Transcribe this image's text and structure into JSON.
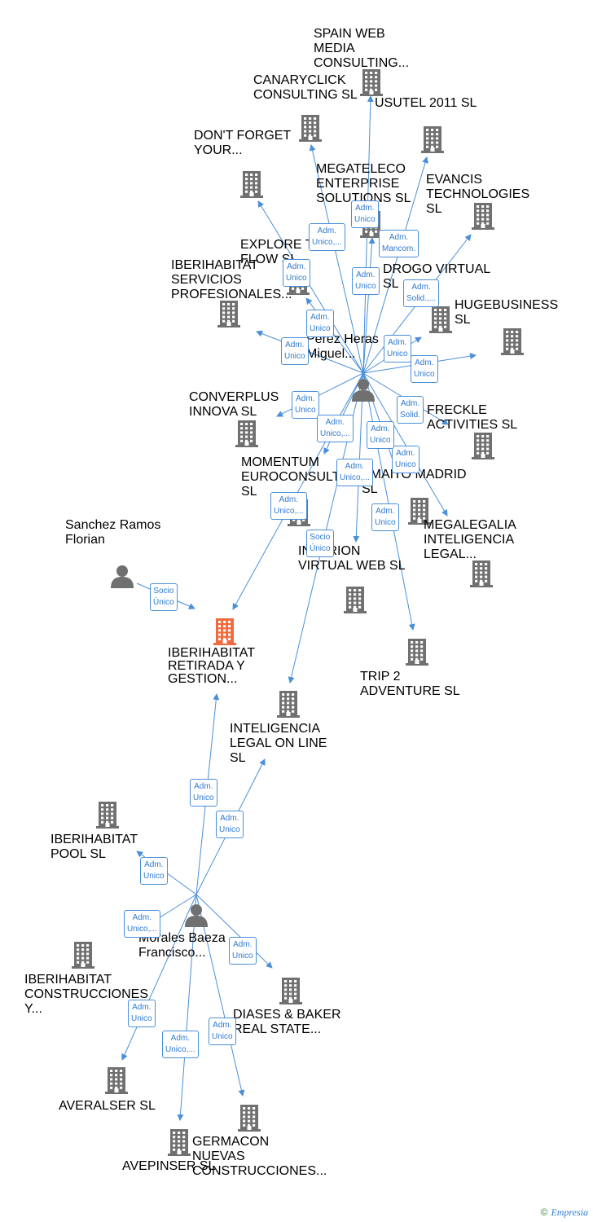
{
  "nodes": {
    "spain_web": {
      "label": "SPAIN WEB\nMEDIA\nCONSULTING...",
      "kind": "company"
    },
    "canaryclick": {
      "label": "CANARYCLICK\nCONSULTING\nSL",
      "kind": "company"
    },
    "usutel": {
      "label": "USUTEL\n2011 SL",
      "kind": "company"
    },
    "dont_forget": {
      "label": "DON'T\nFORGET\nYOUR...",
      "kind": "company"
    },
    "megateleco": {
      "label": "MEGATELECO\nENTERPRISE\nSOLUTIONS  SL",
      "kind": "company"
    },
    "evancis": {
      "label": "EVANCIS\nTECHNOLOGIES SL",
      "kind": "company"
    },
    "explore_flow": {
      "label": "EXPLORE\nTHE FLOW  SL",
      "kind": "company"
    },
    "iberihabitat_servicios": {
      "label": "IBERIHABITAT\nSERVICIOS\nPROFESIONALES...",
      "kind": "company"
    },
    "drogo": {
      "label": "DROGO\nVIRTUAL\nSL",
      "kind": "company"
    },
    "hugebusiness": {
      "label": "HUGEBUSINESS\nSL",
      "kind": "company"
    },
    "perez": {
      "label": "Perez\nHeras\nMiguel...",
      "kind": "person"
    },
    "converplus": {
      "label": "CONVERPLUS\nINNOVA  SL",
      "kind": "company"
    },
    "freckle": {
      "label": "FRECKLE\nACTIVITIES  SL",
      "kind": "company"
    },
    "momentum": {
      "label": "MOMENTUM\nEUROCONSULTING\nSL",
      "kind": "company"
    },
    "amaito": {
      "label": "AMAITO\nMADRID  SL",
      "kind": "company"
    },
    "megalegalia": {
      "label": "MEGALEGALIA\nINTELIGENCIA\nLEGAL...",
      "kind": "company"
    },
    "sanchez": {
      "label": "Sanchez\nRamos\nFlorian",
      "kind": "person"
    },
    "interion": {
      "label": "INTERION\nVIRTUAL\nWEB  SL",
      "kind": "company"
    },
    "iberihabitat_retirada": {
      "label": "IBERIHABITAT\nRETIRADA\nY GESTION...",
      "kind": "focus"
    },
    "trip2": {
      "label": "TRIP 2\nADVENTURE\nSL",
      "kind": "company"
    },
    "inteligencia_legal": {
      "label": "INTELIGENCIA\nLEGAL ON\nLINE  SL",
      "kind": "company"
    },
    "iberihabitat_pool": {
      "label": "IBERIHABITAT\nPOOL  SL",
      "kind": "company"
    },
    "morales": {
      "label": "Morales\nBaeza\nFrancisco...",
      "kind": "person"
    },
    "iberihabitat_construcciones": {
      "label": "IBERIHABITAT\nCONSTRUCCIONES\nY...",
      "kind": "company"
    },
    "diases": {
      "label": "DIASES &\nBAKER\nREAL STATE...",
      "kind": "company"
    },
    "averalser": {
      "label": "AVERALSER SL",
      "kind": "company"
    },
    "germacon": {
      "label": "GERMACON\nNUEVAS\nCONSTRUCCIONES...",
      "kind": "company"
    },
    "avepinser": {
      "label": "AVEPINSER SL",
      "kind": "company"
    }
  },
  "relations": [
    {
      "from": "perez",
      "to": "spain_web",
      "label": "Adm.\nUnico"
    },
    {
      "from": "perez",
      "to": "canaryclick",
      "label": "Adm.\nUnico,..."
    },
    {
      "from": "perez",
      "to": "usutel",
      "label": "Adm.\nMancom."
    },
    {
      "from": "perez",
      "to": "dont_forget",
      "label": "Adm.\nUnico"
    },
    {
      "from": "perez",
      "to": "megateleco",
      "label": "Adm.\nUnico"
    },
    {
      "from": "perez",
      "to": "evancis",
      "label": "Adm.\nSolid.,..."
    },
    {
      "from": "perez",
      "to": "explore_flow",
      "label": "Adm.\nUnico"
    },
    {
      "from": "perez",
      "to": "iberihabitat_servicios",
      "label": "Adm.\nUnico"
    },
    {
      "from": "perez",
      "to": "drogo",
      "label": "Adm.\nUnico"
    },
    {
      "from": "perez",
      "to": "hugebusiness",
      "label": "Adm.\nUnico"
    },
    {
      "from": "perez",
      "to": "converplus",
      "label": "Adm.\nUnico"
    },
    {
      "from": "perez",
      "to": "freckle",
      "label": "Adm.\nSolid."
    },
    {
      "from": "perez",
      "to": "momentum",
      "label": "Adm.\nUnico,..."
    },
    {
      "from": "perez",
      "to": "amaito",
      "label": "Adm.\nUnico"
    },
    {
      "from": "perez",
      "to": "megalegalia",
      "label": "Adm.\nUnico"
    },
    {
      "from": "perez",
      "to": "interion",
      "label": "Adm.\nUnico,..."
    },
    {
      "from": "perez",
      "to": "trip2",
      "label": "Adm.\nUnico"
    },
    {
      "from": "perez",
      "to": "iberihabitat_retirada",
      "label": "Adm.\nUnico,..."
    },
    {
      "from": "perez",
      "to": "inteligencia_legal",
      "label": "Socio\nÚnico"
    },
    {
      "from": "sanchez",
      "to": "iberihabitat_retirada",
      "label": "Socio\nÚnico"
    },
    {
      "from": "morales",
      "to": "iberihabitat_retirada",
      "label": "Adm.\nUnico"
    },
    {
      "from": "morales",
      "to": "inteligencia_legal",
      "label": "Adm.\nUnico"
    },
    {
      "from": "morales",
      "to": "iberihabitat_pool",
      "label": "Adm.\nUnico"
    },
    {
      "from": "morales",
      "to": "iberihabitat_construcciones",
      "label": "Adm.\nUnico,..."
    },
    {
      "from": "morales",
      "to": "diases",
      "label": "Adm.\nUnico"
    },
    {
      "from": "morales",
      "to": "averalser",
      "label": "Adm.\nUnico"
    },
    {
      "from": "morales",
      "to": "avepinser",
      "label": "Adm.\nUnico,..."
    },
    {
      "from": "morales",
      "to": "germacon",
      "label": "Adm.\nUnico"
    }
  ],
  "colors": {
    "edge": "#4a8fd8",
    "icon": "#707070",
    "focus": "#f26a3d"
  },
  "credit": {
    "symbol": "©",
    "brand": "Empresia"
  }
}
